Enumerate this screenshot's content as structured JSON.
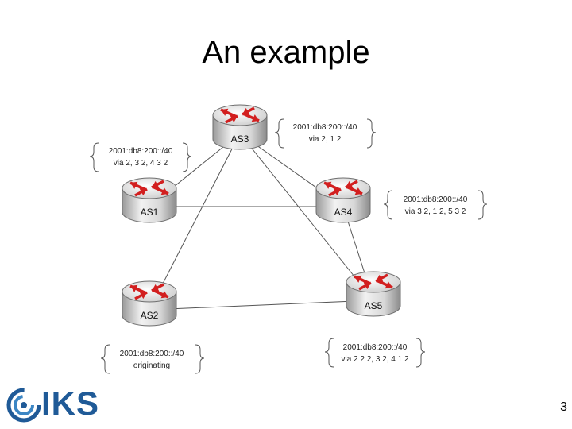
{
  "slide": {
    "title": "An example",
    "page_number": "3",
    "logo_text": "IKS"
  },
  "routers": [
    {
      "id": "AS3",
      "label": "AS3"
    },
    {
      "id": "AS1",
      "label": "AS1"
    },
    {
      "id": "AS4",
      "label": "AS4"
    },
    {
      "id": "AS2",
      "label": "AS2"
    },
    {
      "id": "AS5",
      "label": "AS5"
    }
  ],
  "links": [
    [
      "AS3",
      "AS1"
    ],
    [
      "AS3",
      "AS4"
    ],
    [
      "AS3",
      "AS2"
    ],
    [
      "AS3",
      "AS5"
    ],
    [
      "AS1",
      "AS4"
    ],
    [
      "AS4",
      "AS5"
    ],
    [
      "AS2",
      "AS5"
    ]
  ],
  "routing_tables": {
    "AS3": {
      "prefix": "2001:db8:200::/40",
      "route": "via 2, 1 2"
    },
    "AS1": {
      "prefix": "2001:db8:200::/40",
      "route": "via 2, 3 2, 4 3 2"
    },
    "AS4": {
      "prefix": "2001:db8:200::/40",
      "route": "via 3 2, 1 2, 5 3 2"
    },
    "AS2": {
      "prefix": "2001:db8:200::/40",
      "route": "originating"
    },
    "AS5": {
      "prefix": "2001:db8:200::/40",
      "route": "via 2 2 2, 3 2, 4 1 2"
    }
  },
  "colors": {
    "router_body": "#e6e6e6",
    "router_outline": "#6e6e6e",
    "arrow": "#d21f1f",
    "logo_blue": "#1f5a97"
  }
}
